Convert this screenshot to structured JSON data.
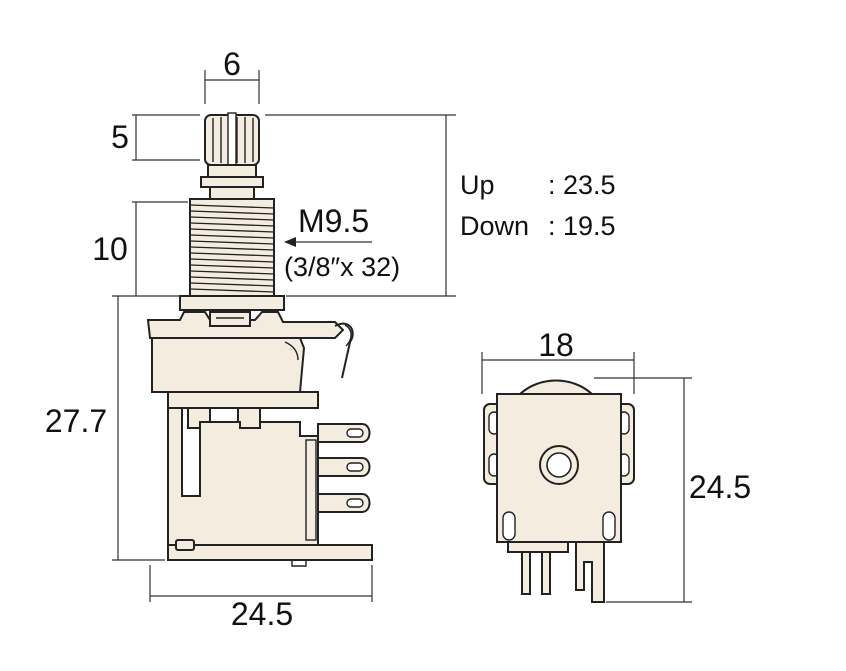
{
  "dimensions": {
    "shaft_width": "6",
    "knurl_height": "5",
    "thread_height": "10",
    "body_height": "27.7",
    "body_width": "24.5",
    "side_width": "18",
    "side_height": "24.5"
  },
  "thread": {
    "label": "M9.5",
    "sub_label": "(3/8″x 32)"
  },
  "travel": {
    "up_label": "Up",
    "up_value": ": 23.5",
    "down_label": "Down",
    "down_value": ": 19.5"
  },
  "colors": {
    "part_fill": "#f4eddf",
    "line": "#222222"
  }
}
